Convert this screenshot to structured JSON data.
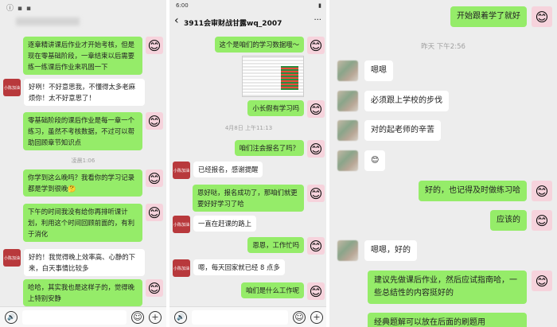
{
  "pane1": {
    "title_icons": "ⓘ ▪ ▪",
    "messages": [
      {
        "side": "right",
        "text": "逐章精讲课后作业才开始考核，但是现在零基础阶段，一章结束以后需要练一练课后作业来巩固一下"
      },
      {
        "side": "left",
        "text": "好咧！不好意思我，不懂得太多老麻烦你！太不好意思了！"
      },
      {
        "side": "right",
        "text": "零基础阶段的课后作业是每一章一个练习，虽然不考核数据，不过可以帮助回顾章节知识点"
      },
      {
        "side": "right",
        "text": "你学到这么晚吗？我看你的学习记录都是学到很晚🤔"
      },
      {
        "side": "right",
        "text": "下午的时间我没有给你再排听课计划，利用这个时间回顾前面的，有利于消化"
      },
      {
        "side": "left",
        "text": "好的！我觉得晚上效率高、心静的下来，白天事情比较多"
      },
      {
        "side": "right",
        "text": "哈哈，其实我也是这样子的，觉得晚上特别安静"
      }
    ],
    "timestamp": "凌晨1:06",
    "red_avatar_text": "小陈加油"
  },
  "pane2": {
    "status_time": "6:00",
    "back_icon": "‹",
    "title": "3911会审财战甘露wq_2007",
    "more_icon": "···",
    "messages": [
      {
        "side": "right",
        "text": "这个是咱们的学习数据哦～"
      },
      {
        "side": "right",
        "text": "小长假有学习吗"
      },
      {
        "side": "right",
        "text": "咱们注会报名了吗？"
      },
      {
        "side": "left",
        "text": "已经报名，感谢提醒"
      },
      {
        "side": "right",
        "text": "恩好哒，报名成功了，那咱们就更要好好学习了哈"
      },
      {
        "side": "left",
        "text": "一直在赶课的路上"
      },
      {
        "side": "right",
        "text": "恩恩，工作忙吗"
      },
      {
        "side": "left",
        "text": "嗯，每天回家就已经 8 点多"
      },
      {
        "side": "right",
        "text": "咱们是什么工作呢"
      }
    ],
    "timestamp": "4月8日 上午11:13"
  },
  "pane3": {
    "messages": [
      {
        "side": "right",
        "text": "开始跟着学了就好"
      },
      {
        "side": "left",
        "text": "嗯嗯"
      },
      {
        "side": "left",
        "text": "必须跟上学校的步伐"
      },
      {
        "side": "left",
        "text": "对的起老师的辛苦"
      },
      {
        "side": "left",
        "text": "😊"
      },
      {
        "side": "right",
        "text": "好的，也记得及时做练习哈"
      },
      {
        "side": "right",
        "text": "应该的"
      },
      {
        "side": "left",
        "text": "嗯嗯，好的"
      },
      {
        "side": "right",
        "text": "建议先做课后作业，然后应试指南哈，一些总结性的内容挺好的"
      },
      {
        "side": "right",
        "text": "经典题解可以放在后面的刷题用"
      }
    ],
    "timestamp": "昨天 下午2:56"
  },
  "input": {
    "voice_icon": "🔊",
    "emoji_icon": "☺",
    "plus_icon": "+"
  }
}
